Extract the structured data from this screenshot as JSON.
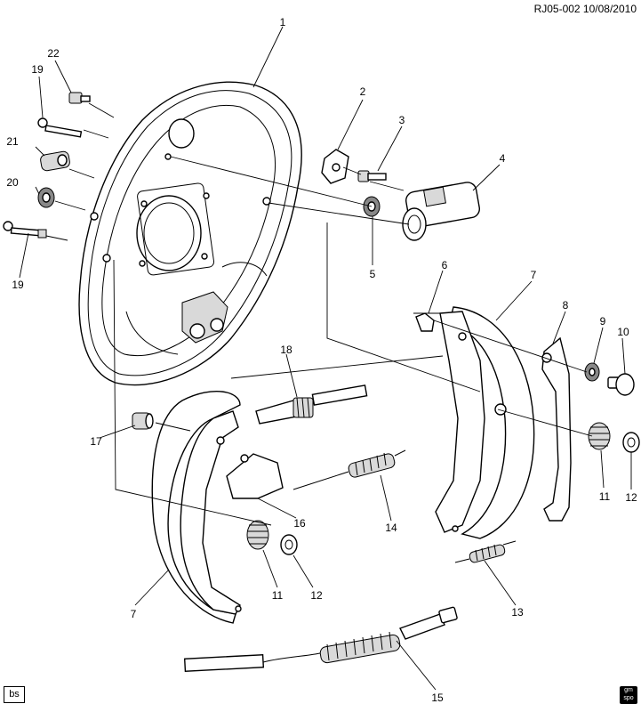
{
  "header": {
    "ref_code": "RJ05-002 10/08/2010"
  },
  "corner": {
    "badge": "bs",
    "logo_text": "gm spo"
  },
  "callouts": [
    {
      "id": "c1",
      "text": "1"
    },
    {
      "id": "c2",
      "text": "2"
    },
    {
      "id": "c3",
      "text": "3"
    },
    {
      "id": "c4",
      "text": "4"
    },
    {
      "id": "c5",
      "text": "5"
    },
    {
      "id": "c6",
      "text": "6"
    },
    {
      "id": "c7a",
      "text": "7"
    },
    {
      "id": "c7b",
      "text": "7"
    },
    {
      "id": "c8",
      "text": "8"
    },
    {
      "id": "c9",
      "text": "9"
    },
    {
      "id": "c10",
      "text": "10"
    },
    {
      "id": "c11a",
      "text": "11"
    },
    {
      "id": "c11b",
      "text": "11"
    },
    {
      "id": "c12a",
      "text": "12"
    },
    {
      "id": "c12b",
      "text": "12"
    },
    {
      "id": "c13",
      "text": "13"
    },
    {
      "id": "c14",
      "text": "14"
    },
    {
      "id": "c15",
      "text": "15"
    },
    {
      "id": "c16",
      "text": "16"
    },
    {
      "id": "c17",
      "text": "17"
    },
    {
      "id": "c18",
      "text": "18"
    },
    {
      "id": "c19a",
      "text": "19"
    },
    {
      "id": "c19b",
      "text": "19"
    },
    {
      "id": "c20",
      "text": "20"
    },
    {
      "id": "c21",
      "text": "21"
    },
    {
      "id": "c22",
      "text": "22"
    }
  ]
}
